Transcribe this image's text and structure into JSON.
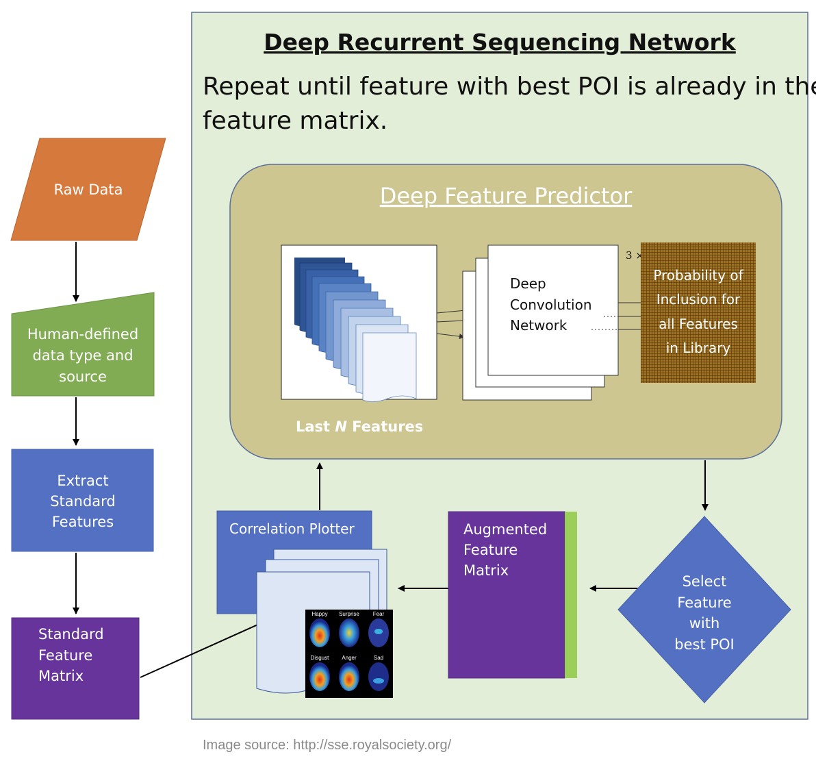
{
  "diagram": {
    "left_column": {
      "raw_data": "Raw Data",
      "human_defined": [
        "Human-defined",
        "data type and",
        "source"
      ],
      "extract": [
        "Extract",
        "Standard",
        "Features"
      ],
      "standard_matrix": [
        "Standard",
        "Feature",
        "Matrix"
      ]
    },
    "main": {
      "title": "Deep Recurrent Sequencing Network",
      "subtitle_lines": [
        "Repeat until feature with best POI is already in the",
        "feature matrix."
      ],
      "predictor": {
        "title": "Deep Feature Predictor",
        "last_n_prefix": "Last ",
        "last_n_var": "N",
        "last_n_suffix": " Features",
        "cnn_lines": [
          "Deep",
          "Convolution",
          "Network"
        ],
        "cnn_dims": "3 ×",
        "probability_lines": [
          "Probability of",
          "Inclusion for",
          "all Features",
          "in Library"
        ]
      },
      "correlation_plotter": "Correlation Plotter",
      "augmented_matrix": [
        "Augmented",
        "Feature",
        "Matrix"
      ],
      "select_feature": [
        "Select",
        "Feature",
        "with",
        "best POI"
      ],
      "faces": [
        "Happy",
        "Surprise",
        "Fear",
        "Disgust",
        "Anger",
        "Sad"
      ]
    },
    "image_source": "Image source: http://sse.royalsociety.org/"
  },
  "colors": {
    "orange": "#d5793d",
    "green": "#82ac54",
    "blue": "#5470c2",
    "purple": "#66349b",
    "panel_bg": "#e3eed8",
    "predictor_bg": "#cec691",
    "accent_green": "#9ccf5a"
  }
}
